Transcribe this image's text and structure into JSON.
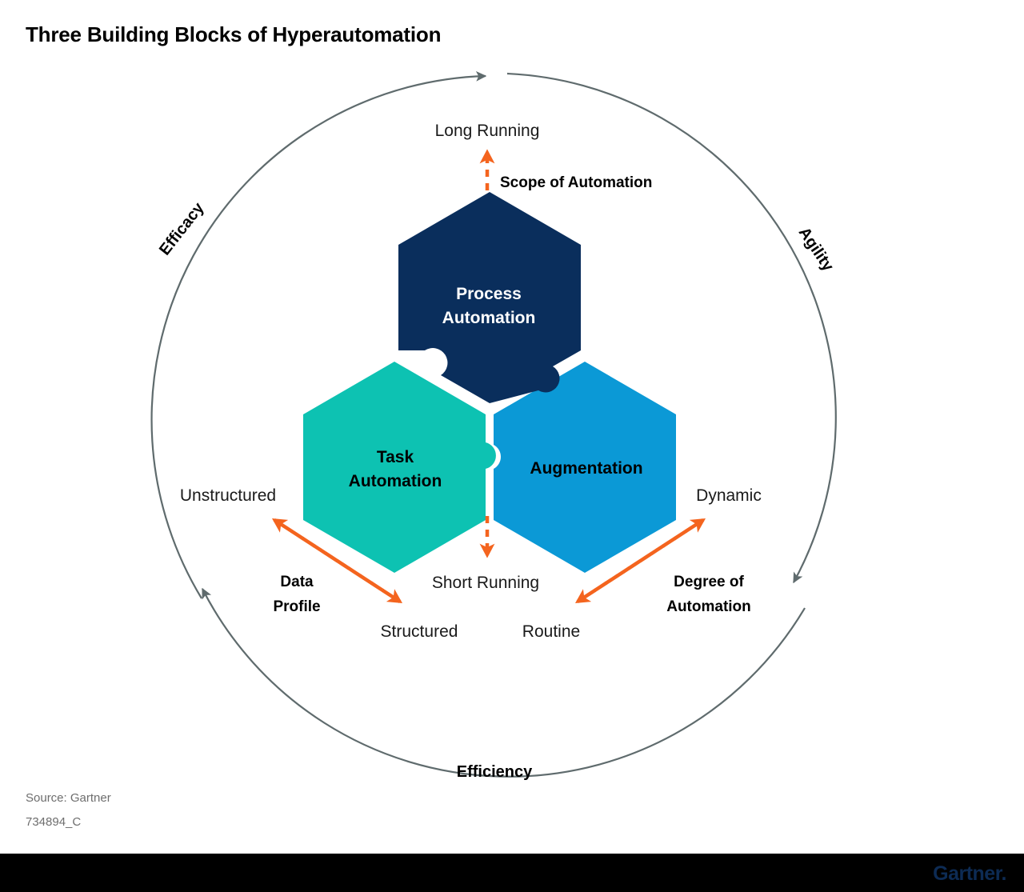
{
  "header": {
    "title": "Three Building Blocks of Hyperautomation"
  },
  "footer": {
    "source": "Source: Gartner",
    "doc_id": "734894_C",
    "logo": "Gartner."
  },
  "colors": {
    "process": "#0a2e5c",
    "task": "#0dc2b2",
    "augmentation": "#0b99d6",
    "arrow_orange": "#f4641e",
    "ring_gray": "#5f6b6d",
    "footer_bar": "#000000",
    "logo_navy": "#0d2b54"
  },
  "chart_data": {
    "type": "diagram",
    "title": "Three Building Blocks of Hyperautomation",
    "blocks": [
      {
        "id": "process",
        "label_line1": "Process",
        "label_line2": "Automation",
        "color": "#0a2e5c",
        "text_color": "#ffffff",
        "position": "top"
      },
      {
        "id": "task",
        "label_line1": "Task",
        "label_line2": "Automation",
        "color": "#0dc2b2",
        "text_color": "#000000",
        "position": "bottom-left"
      },
      {
        "id": "augmentation",
        "label_line1": "Augmentation",
        "label_line2": "",
        "color": "#0b99d6",
        "text_color": "#000000",
        "position": "bottom-right"
      }
    ],
    "axes": [
      {
        "id": "scope",
        "name": "Scope of Automation",
        "high_end": "Long Running",
        "low_end": "Short Running",
        "orientation": "vertical"
      },
      {
        "id": "data-profile",
        "name_line1": "Data",
        "name_line2": "Profile",
        "high_end": "Unstructured",
        "low_end": "Structured",
        "orientation": "diagonal-left"
      },
      {
        "id": "degree",
        "name_line1": "Degree of",
        "name_line2": "Automation",
        "high_end": "Dynamic",
        "low_end": "Routine",
        "orientation": "diagonal-right"
      }
    ],
    "ring_labels": [
      "Efficacy",
      "Agility",
      "Efficiency"
    ],
    "legend": []
  },
  "diagram": {
    "blocks": {
      "process_line1": "Process",
      "process_line2": "Automation",
      "task_line1": "Task",
      "task_line2": "Automation",
      "augmentation": "Augmentation"
    },
    "axis_titles": {
      "scope": "Scope of Automation",
      "data_profile_line1": "Data",
      "data_profile_line2": "Profile",
      "degree_line1": "Degree of",
      "degree_line2": "Automation"
    },
    "endpoints": {
      "long_running": "Long Running",
      "short_running": "Short Running",
      "unstructured": "Unstructured",
      "structured": "Structured",
      "dynamic": "Dynamic",
      "routine": "Routine"
    },
    "ring": {
      "efficacy": "Efficacy",
      "agility": "Agility",
      "efficiency": "Efficiency"
    }
  }
}
